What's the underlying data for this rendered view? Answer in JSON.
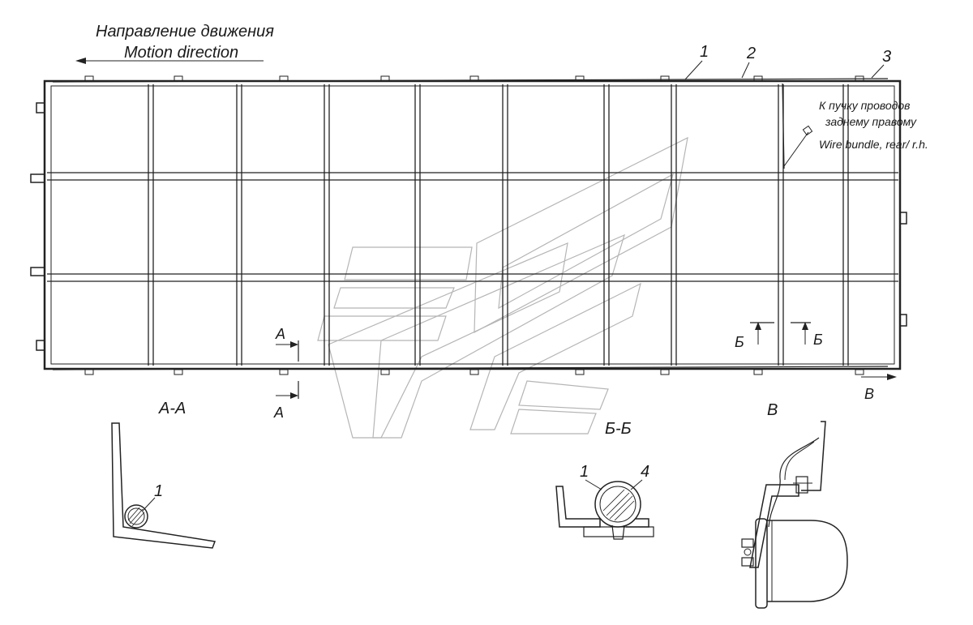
{
  "labels": {
    "direction_ru": "Направление движения",
    "direction_en": "Motion direction",
    "callout_1": "1",
    "callout_2": "2",
    "callout_3": "3",
    "callout_4": "4",
    "wire_note_ru_1": "К пучку проводов",
    "wire_note_ru_2": "заднему правому",
    "wire_note_en": "Wire bundle, rear/ r.h.",
    "cut_a": "A",
    "cut_b": "Б",
    "view_v": "В",
    "section_aa": "А-А",
    "section_bb": "Б-Б",
    "view_v_title": "В"
  },
  "colors": {
    "line": "#222222",
    "watermark": "#b5b5b5"
  }
}
